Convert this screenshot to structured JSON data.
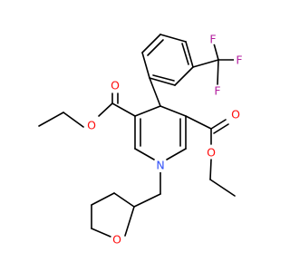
{
  "molecule": {
    "atom_labels": [
      {
        "id": "O_ester1_carbonyl",
        "text": "O",
        "color": "#ff0d0d"
      },
      {
        "id": "O_ester1_ether",
        "text": "O",
        "color": "#ff0d0d"
      },
      {
        "id": "O_ester2_carbonyl",
        "text": "O",
        "color": "#ff0d0d"
      },
      {
        "id": "O_ester2_ether",
        "text": "O",
        "color": "#ff0d0d"
      },
      {
        "id": "N_ring",
        "text": "N",
        "color": "#3050f8"
      },
      {
        "id": "O_thf",
        "text": "O",
        "color": "#ff0d0d"
      },
      {
        "id": "F_top",
        "text": "F",
        "color": "#b31f9f"
      },
      {
        "id": "F_right",
        "text": "F",
        "color": "#b31f9f"
      },
      {
        "id": "F_bottom",
        "text": "F",
        "color": "#b31f9f"
      }
    ],
    "bond_color": "#000000"
  }
}
